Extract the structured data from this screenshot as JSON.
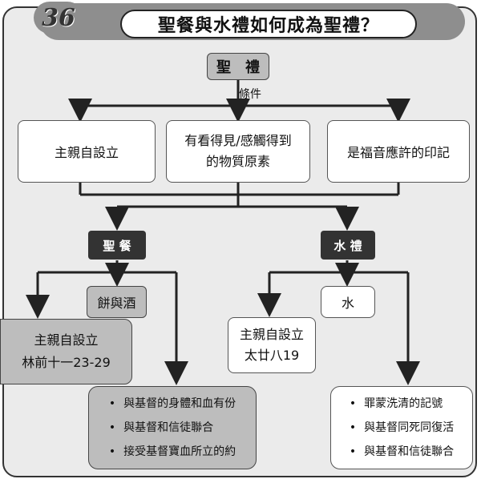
{
  "header": {
    "badge_number": "36",
    "title": "聖餐與水禮如何成為聖禮？"
  },
  "root": {
    "label": "聖　禮"
  },
  "condition_label": "條件",
  "conditions": [
    {
      "line1": "主親自設立",
      "line2": ""
    },
    {
      "line1": "有看得見/感觸得到",
      "line2": "的物質原素"
    },
    {
      "line1": "是福音應許的印記",
      "line2": ""
    }
  ],
  "eucharist": {
    "title": "聖 餐",
    "element": "餅與酒",
    "institution_line1": "主親自設立",
    "institution_line2": "林前十一23-29",
    "meanings": [
      "與基督的身體和血有份",
      "與基督和信徒聯合",
      "接受基督寶血所立的約"
    ]
  },
  "baptism": {
    "title": "水 禮",
    "element": "水",
    "institution_line1": "主親自設立",
    "institution_line2": "太廿八19",
    "meanings": [
      "罪蒙洗清的記號",
      "與基督同死同復活",
      "與基督和信徒聯合"
    ]
  }
}
